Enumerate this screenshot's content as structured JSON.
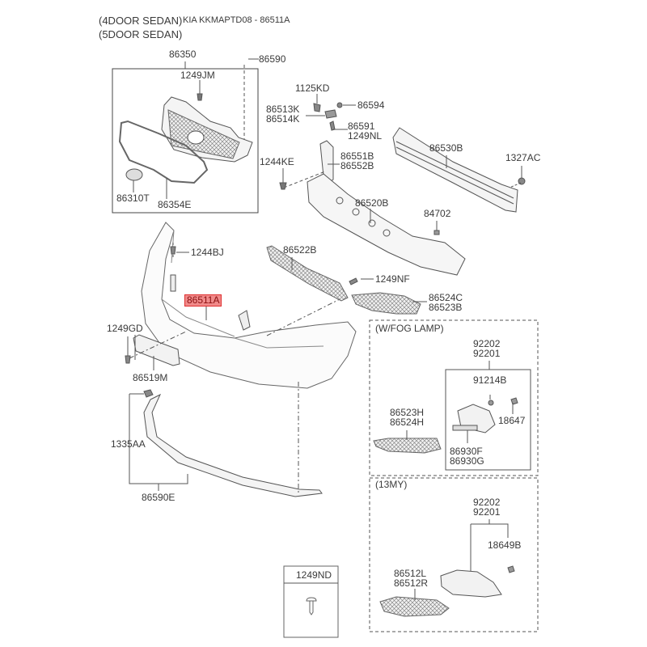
{
  "header": {
    "variant_1": "(4DOOR SEDAN)",
    "variant_2": "(5DOOR SEDAN)",
    "title": "KIA KKMAPTD08 - 86511A"
  },
  "highlight_color": "#f08a8a",
  "grille_group": {
    "group_label": "86350",
    "parts": {
      "bolt": "1249JM",
      "emblem": "86310T",
      "molding": "86354E"
    }
  },
  "labels": {
    "clip_top": "86590",
    "bolt_1125": "1125KD",
    "bracket_lr": [
      "86513K",
      "86514K"
    ],
    "nut": "86594",
    "screw_pair": [
      "86591",
      "1249NL"
    ],
    "bolt_1244ke": "1244KE",
    "stay": [
      "86551B",
      "86552B"
    ],
    "rail": "86530B",
    "nut_1327": "1327AC",
    "absorber": "86520B",
    "label_84702": "84702",
    "bolt_1244bj": "1244BJ",
    "grille_lower": "86522B",
    "screw_1249nf": "1249NF",
    "cover": [
      "86524C",
      "86523B"
    ],
    "bumper_cover": "86511A",
    "bolt_1249gd": "1249GD",
    "plate_bracket": "86519M",
    "clip_1335": "1335AA",
    "lip": "86590E"
  },
  "fog_lamp_box": {
    "title": "(W/FOG LAMP)",
    "lamp": [
      "92202",
      "92201"
    ],
    "nut": "91214B",
    "bulb": "18647",
    "bracket": [
      "86930F",
      "86930G"
    ],
    "cover": [
      "86523H",
      "86524H"
    ]
  },
  "my13_box": {
    "title": "(13MY)",
    "lamp": [
      "92202",
      "92201"
    ],
    "bulb": "18649B",
    "cover": [
      "86512L",
      "86512R"
    ]
  },
  "fastener_box": {
    "label": "1249ND",
    "icon": "screw-icon"
  }
}
